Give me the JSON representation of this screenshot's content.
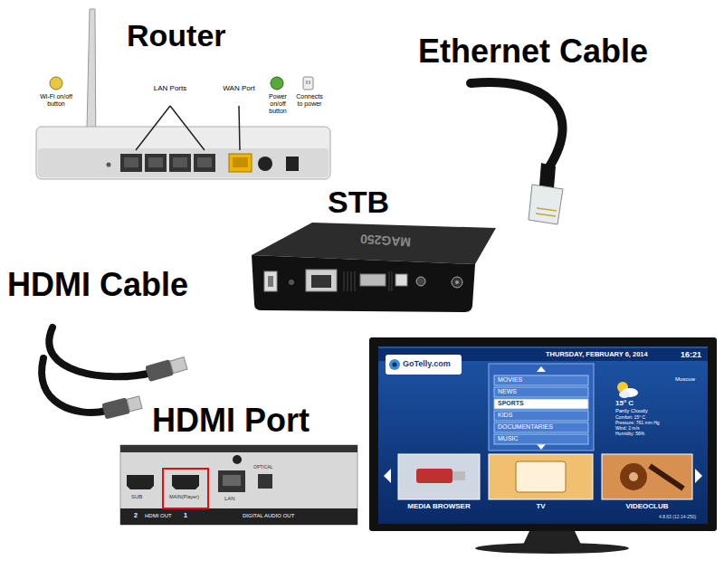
{
  "diagram": {
    "labels": [
      "Router",
      "Ethernet Cable",
      "STB",
      "HDMI Cable",
      "HDMI Port",
      "Wi-Fi on/off button",
      "LAN Ports",
      "WAN Port",
      "Power on/off button",
      "Connects to power",
      "MAG250",
      "SUB",
      "2",
      "HDMI OUT",
      "1",
      "MAIN(Player)",
      "LAN",
      "OPTICAL",
      "DIGITAL AUDIO OUT",
      "GoTelly.com",
      "THURSDAY, FEBRUARY 6, 2014",
      "16:21",
      "MOVIES",
      "NEWS",
      "SPORTS",
      "KIDS",
      "DOCUMENTARIES",
      "MUSIC",
      "Moscow",
      "15° C",
      "Partly Cloudy",
      "Comfort: 15° C",
      "Pressure: 761 mm Hg",
      "Wind: 2 m/s",
      "Humidity: 56%",
      "MEDIA BROWSER",
      "TV",
      "VIDEOCLUB",
      "4.8.63 (12.14-250)"
    ]
  }
}
